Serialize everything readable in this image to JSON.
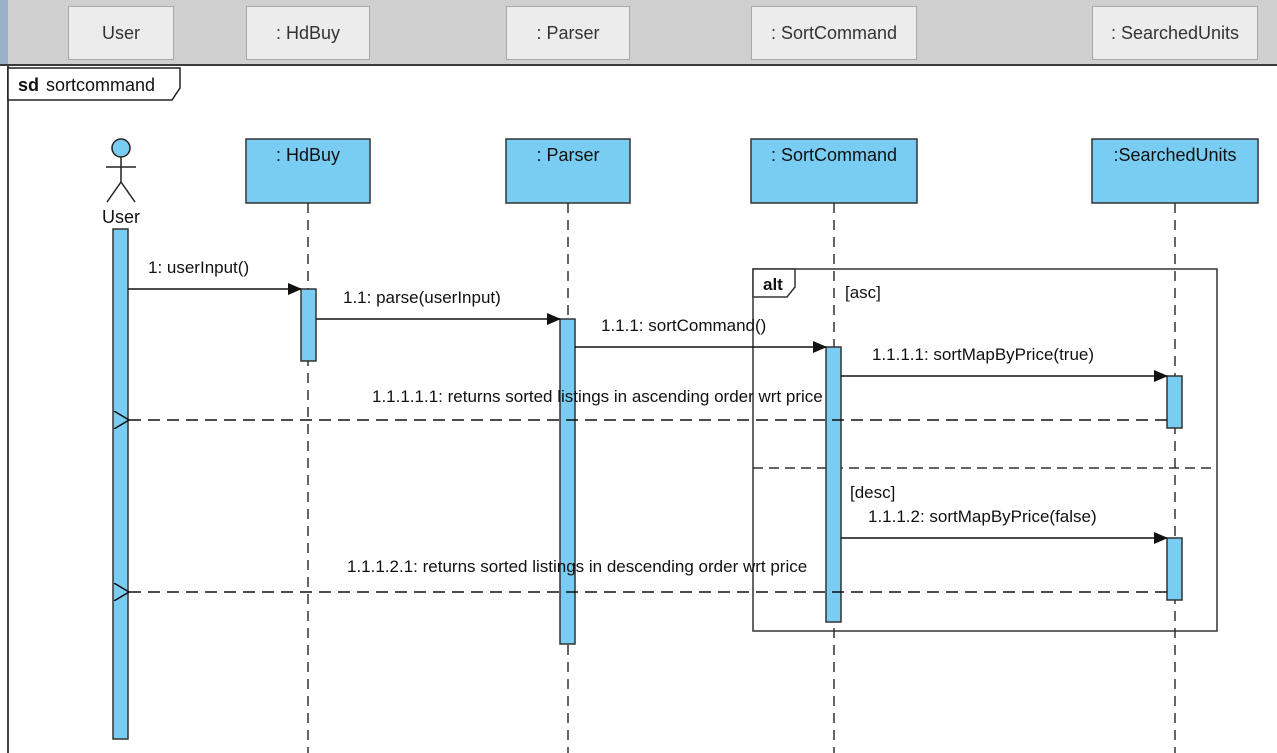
{
  "header": {
    "columns": [
      {
        "label": "User"
      },
      {
        "label": ": HdBuy"
      },
      {
        "label": ": Parser"
      },
      {
        "label": ": SortCommand"
      },
      {
        "label": ": SearchedUnits"
      }
    ]
  },
  "frame": {
    "keyword": "sd",
    "name": "sortcommand"
  },
  "actor": {
    "label": "User"
  },
  "lifelines": [
    {
      "label": ": HdBuy"
    },
    {
      "label": ": Parser"
    },
    {
      "label": ": SortCommand"
    },
    {
      "label": ":SearchedUnits"
    }
  ],
  "alt": {
    "keyword": "alt",
    "guard_1": "[asc]",
    "guard_2": "[desc]"
  },
  "messages": {
    "m1": "1: userInput()",
    "m2": "1.1: parse(userInput)",
    "m3": "1.1.1: sortCommand()",
    "m4": "1.1.1.1: sortMapByPrice(true)",
    "m5": "1.1.1.1.1: returns sorted listings in ascending order wrt price",
    "m6": "1.1.1.2: sortMapByPrice(false)",
    "m7": "1.1.1.2.1: returns sorted listings in descending order wrt price"
  },
  "colors": {
    "fill": "#79cdf2",
    "stroke": "#2a2a2a",
    "header_bg": "#cfcfcf"
  }
}
